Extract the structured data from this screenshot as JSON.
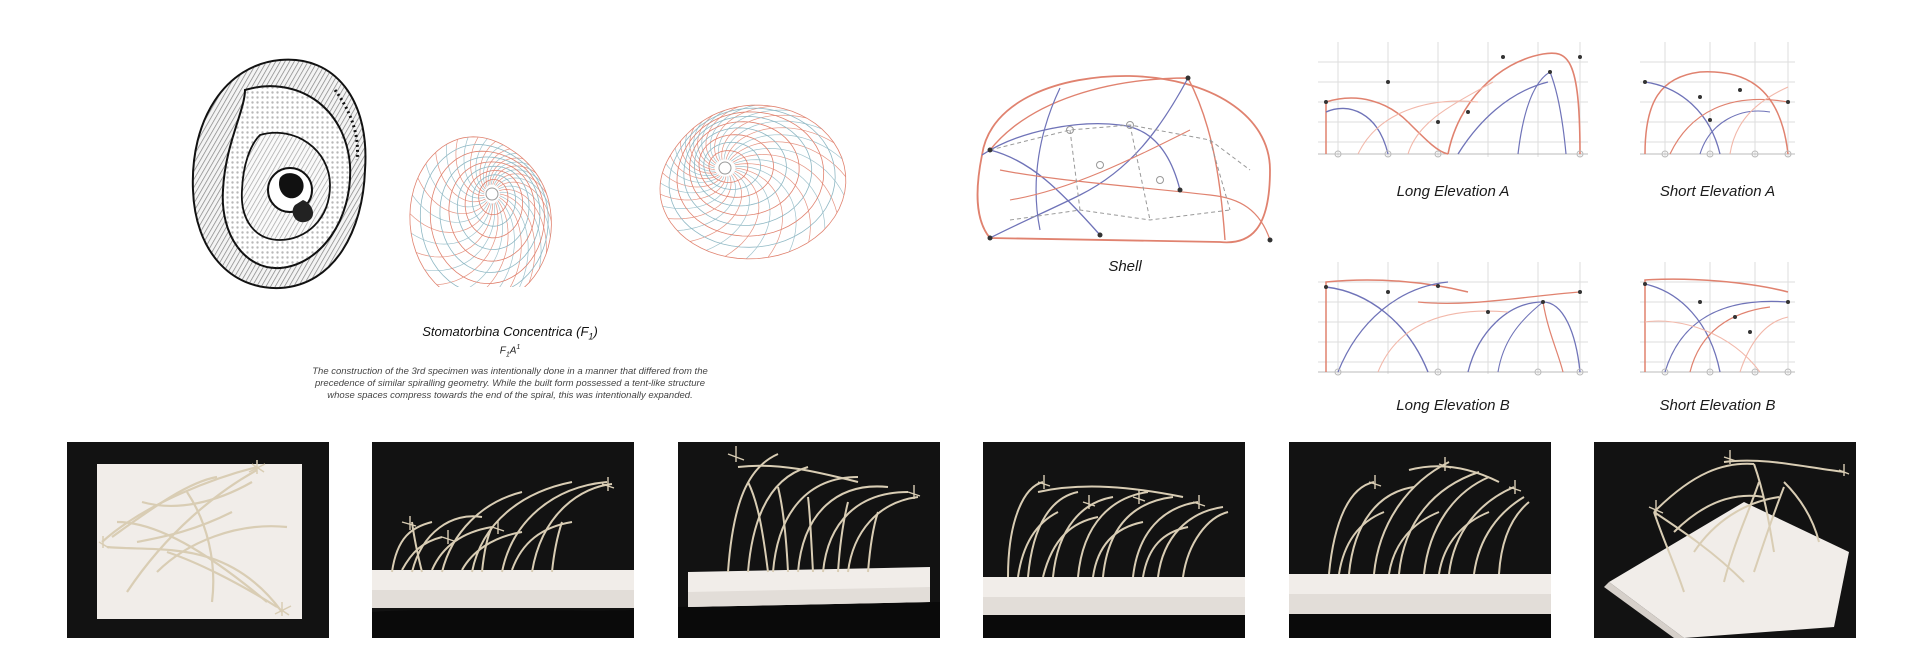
{
  "specimen": {
    "name": "Stomatorbina Concentrica",
    "name_paren_open": "(F",
    "name_sub": "1",
    "name_paren_close": ")",
    "formula_f": "F",
    "formula_sub": "1",
    "formula_a": "A",
    "formula_sup": "1",
    "description_line1": "The construction of the 3rd specimen was intentionally done in a manner that differed from the",
    "description_line2": "precedence of similar spiralling geometry. While the built form possessed a tent-like structure",
    "description_line3": "whose spaces compress towards the end of the spiral, this was intentionally expanded."
  },
  "drawings": {
    "shell_label": "Shell",
    "long_a_label": "Long Elevation A",
    "short_a_label": "Short Elevation A",
    "long_b_label": "Long Elevation B",
    "short_b_label": "Short Elevation B"
  },
  "colors": {
    "red_line": "#e0826f",
    "blue_line": "#6f73b8",
    "teal_grid": "#8fb8c4",
    "photo_bg": "#121212",
    "foam_base": "#f1ede9",
    "stick": "#d9cdb4"
  },
  "photos": [
    {
      "view": "top"
    },
    {
      "view": "side-1"
    },
    {
      "view": "side-2"
    },
    {
      "view": "side-3"
    },
    {
      "view": "side-4"
    },
    {
      "view": "perspective"
    }
  ]
}
